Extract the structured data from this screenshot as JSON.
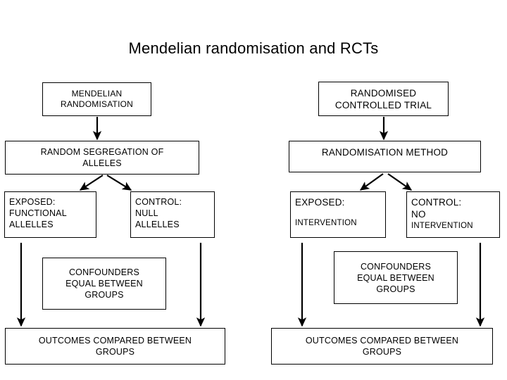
{
  "page": {
    "title": "Mendelian randomisation and RCTs",
    "background_color": "#ffffff",
    "line_color": "#000000",
    "text_color": "#000000"
  },
  "left_column": {
    "name": "mendelian-randomisation-flow",
    "nodes": {
      "top": "MENDELIAN\nRANDOMISATION",
      "top_line1": "MENDELIAN",
      "top_line2": "RANDOMISATION",
      "mechanism_line1": "RANDOM SEGREGATION OF",
      "mechanism_line2": "ALLELES",
      "exposed_line1": "EXPOSED:",
      "exposed_line2": "FUNCTIONAL",
      "exposed_line3": "ALLELLES",
      "control_line1": "CONTROL:",
      "control_line2": "NULL",
      "control_line3": "ALLELLES",
      "confounders_line1": "CONFOUNDERS",
      "confounders_line2": "EQUAL BETWEEN",
      "confounders_line3": "GROUPS",
      "outcomes_line1": "OUTCOMES COMPARED BETWEEN",
      "outcomes_line2": "GROUPS"
    }
  },
  "right_column": {
    "name": "randomised-controlled-trial-flow",
    "nodes": {
      "top_line1": "RANDOMISED",
      "top_line2": "CONTROLLED TRIAL",
      "mechanism_line1": "RANDOMISATION METHOD",
      "exposed_line1": "EXPOSED:",
      "exposed_line2": "INTERVENTION",
      "control_line1": "CONTROL:",
      "control_line2": "NO",
      "control_line3": "INTERVENTION",
      "confounders_line1": "CONFOUNDERS",
      "confounders_line2": "EQUAL BETWEEN",
      "confounders_line3": "GROUPS",
      "outcomes_line1": "OUTCOMES COMPARED BETWEEN",
      "outcomes_line2": "GROUPS"
    }
  }
}
